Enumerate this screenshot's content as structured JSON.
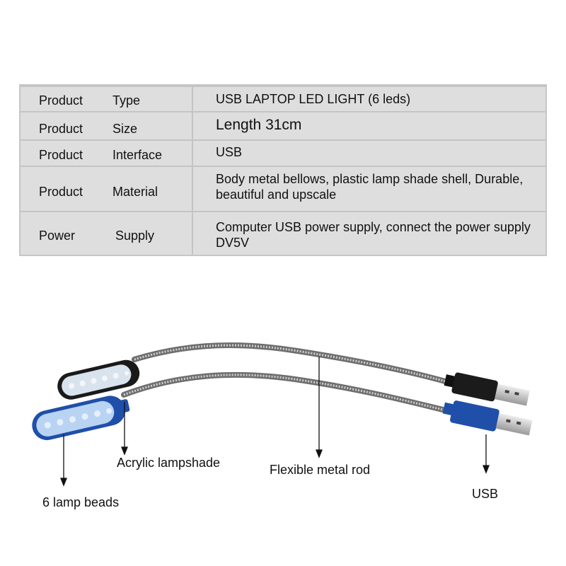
{
  "spec_table": {
    "rows": [
      {
        "label1": "Product",
        "label2": "Type",
        "value": "USB LAPTOP  LED  LIGHT (6 leds)"
      },
      {
        "label1": "Product",
        "label2": "Size",
        "value": "Length 31cm"
      },
      {
        "label1": "Product",
        "label2": "Interface",
        "value": "USB"
      },
      {
        "label1": "Product",
        "label2": "Material",
        "value": "Body metal bellows, plastic lamp shade shell, Durable, beautiful and upscale"
      },
      {
        "label1": "Power",
        "label2": "Supply",
        "value": "Computer USB power supply, connect the power supply  DV5V"
      }
    ]
  },
  "diagram": {
    "callouts": {
      "acrylic": "Acrylic lampshade",
      "rod": "Flexible metal rod",
      "usb": "USB",
      "beads": "6 lamp beads"
    },
    "colors": {
      "blue_lamp": "#1f4fa8",
      "black_lamp": "#1a1a1a",
      "led_face": "#b9d3f3",
      "metal_rod": "#8c8c8c",
      "usb_plug": "#c9c9c9"
    }
  }
}
